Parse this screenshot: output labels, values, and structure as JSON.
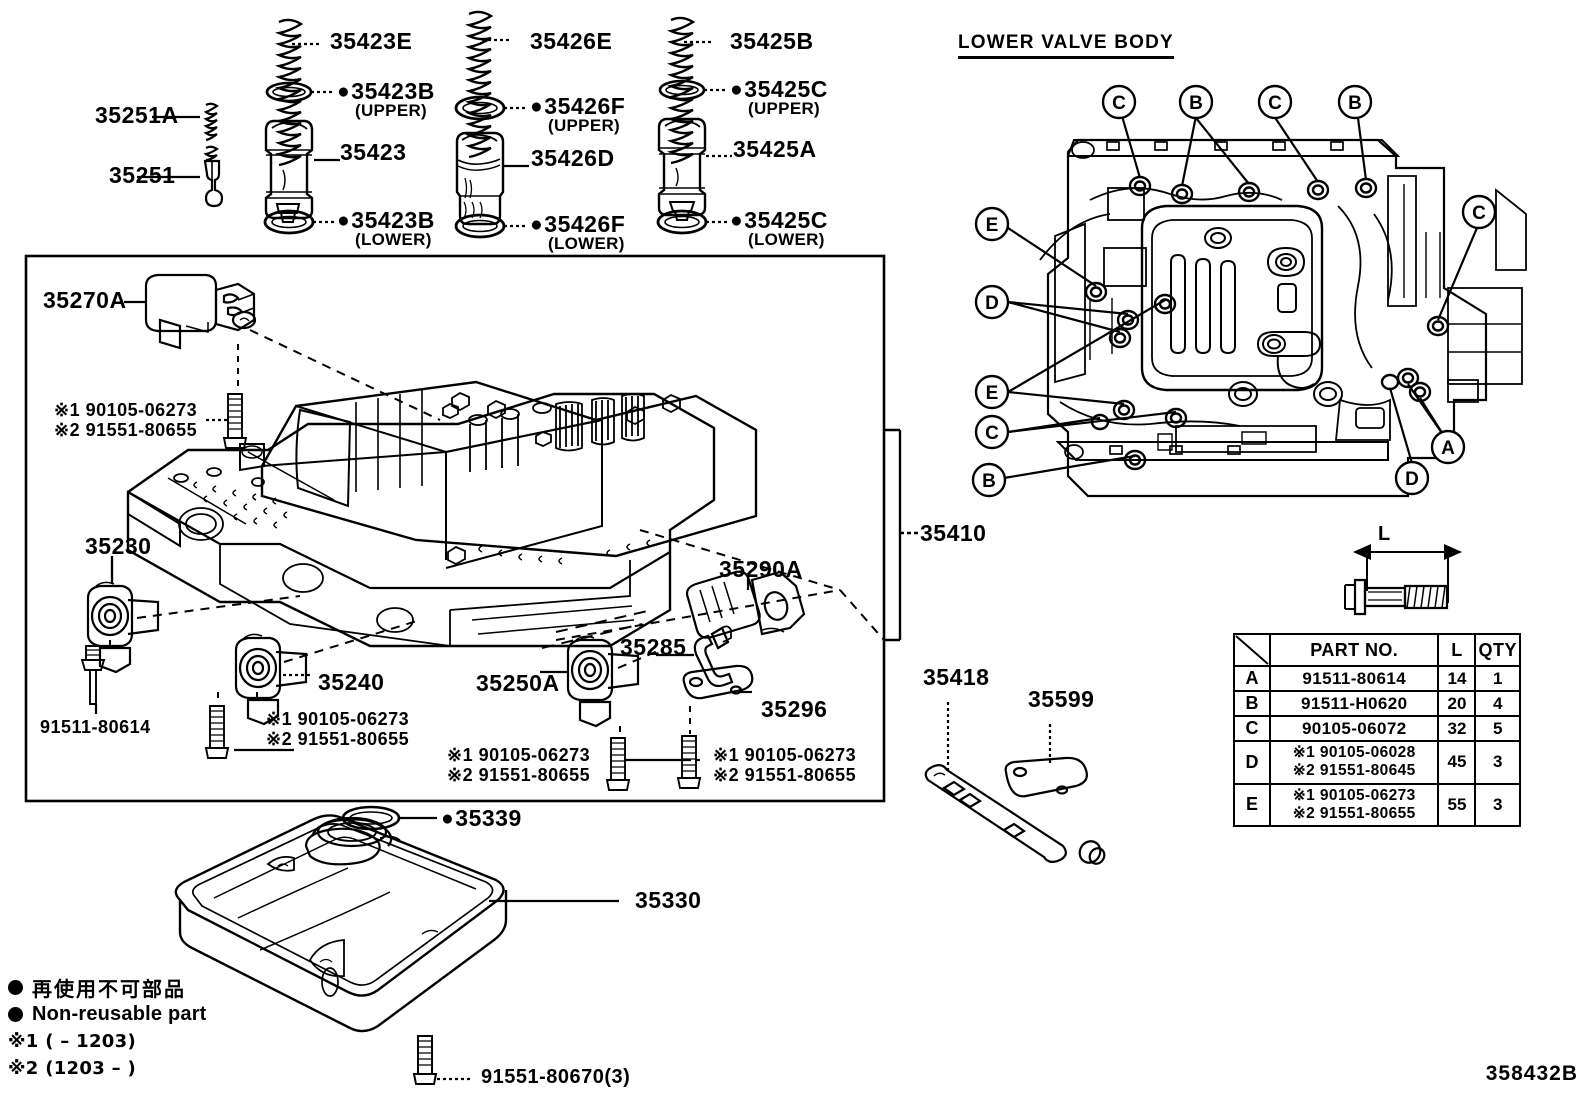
{
  "doc_code": "358432B",
  "sections": {
    "lower_valve_body_title": "LOWER VALVE BODY"
  },
  "top_valves": {
    "col_left": [
      {
        "id": "35251A",
        "label": "35251A",
        "kind": "spring"
      },
      {
        "id": "35251",
        "label": "35251",
        "kind": "valve"
      }
    ],
    "col_1": [
      {
        "id": "35423E",
        "label": "35423E",
        "kind": "spring",
        "nonreusable": false
      },
      {
        "id": "35423B-U",
        "label": "35423B",
        "sub": "(UPPER)",
        "kind": "o-ring",
        "nonreusable": true
      },
      {
        "id": "35423",
        "label": "35423",
        "kind": "valve",
        "nonreusable": false
      },
      {
        "id": "35423B-L",
        "label": "35423B",
        "sub": "(LOWER)",
        "kind": "o-ring",
        "nonreusable": true
      }
    ],
    "col_2": [
      {
        "id": "35426E",
        "label": "35426E",
        "kind": "spring",
        "nonreusable": false
      },
      {
        "id": "35426F-U",
        "label": "35426F",
        "sub": "(UPPER)",
        "kind": "o-ring",
        "nonreusable": true
      },
      {
        "id": "35426D",
        "label": "35426D",
        "kind": "valve",
        "nonreusable": false
      },
      {
        "id": "35426F-L",
        "label": "35426F",
        "sub": "(LOWER)",
        "kind": "o-ring",
        "nonreusable": true
      }
    ],
    "col_3": [
      {
        "id": "35425B",
        "label": "35425B",
        "kind": "spring",
        "nonreusable": false
      },
      {
        "id": "35425C-U",
        "label": "35425C",
        "sub": "(UPPER)",
        "kind": "o-ring",
        "nonreusable": true
      },
      {
        "id": "35425A",
        "label": "35425A",
        "kind": "valve",
        "nonreusable": false
      },
      {
        "id": "35425C-L",
        "label": "35425C",
        "sub": "(LOWER)",
        "kind": "o-ring",
        "nonreusable": true
      }
    ]
  },
  "main_assembly": {
    "assembly_label": "35410",
    "solenoids": [
      {
        "id": "35270A",
        "label": "35270A"
      },
      {
        "id": "35230",
        "label": "35230"
      },
      {
        "id": "35240",
        "label": "35240"
      },
      {
        "id": "35250A",
        "label": "35250A"
      },
      {
        "id": "35290A",
        "label": "35290A"
      },
      {
        "id": "35285",
        "label": "35285"
      },
      {
        "id": "35296",
        "label": "35296"
      }
    ],
    "bolt_notes": [
      {
        "id": "bolt-35270A",
        "line1": "※1 90105-06273",
        "line2": "※2 91551-80655"
      },
      {
        "id": "bolt-35230",
        "line1": "91511-80614",
        "line2": ""
      },
      {
        "id": "bolt-35240",
        "line1": "※1 90105-06273",
        "line2": "※2 91551-80655"
      },
      {
        "id": "bolt-35250A",
        "line1": "※1 90105-06273",
        "line2": "※2 91551-80655"
      },
      {
        "id": "bolt-35296",
        "line1": "※1 90105-06273",
        "line2": "※2 91551-80655"
      }
    ]
  },
  "right_parts": [
    {
      "id": "35418",
      "label": "35418"
    },
    {
      "id": "35599",
      "label": "35599"
    }
  ],
  "oil_pan": {
    "gasket": {
      "label": "35339",
      "nonreusable": true
    },
    "strainer": {
      "label": "35330"
    },
    "bolt": {
      "label": "91551-80670(3)"
    }
  },
  "bolt_dim": {
    "label": "L"
  },
  "callouts": [
    {
      "key": "C",
      "id": "callout-c-1"
    },
    {
      "key": "B",
      "id": "callout-b-1"
    },
    {
      "key": "C",
      "id": "callout-c-2"
    },
    {
      "key": "B",
      "id": "callout-b-2"
    },
    {
      "key": "E",
      "id": "callout-e-1"
    },
    {
      "key": "D",
      "id": "callout-d-1"
    },
    {
      "key": "E",
      "id": "callout-e-2"
    },
    {
      "key": "C",
      "id": "callout-c-3"
    },
    {
      "key": "B",
      "id": "callout-b-3"
    },
    {
      "key": "C",
      "id": "callout-c-4"
    },
    {
      "key": "A",
      "id": "callout-a-1"
    },
    {
      "key": "D",
      "id": "callout-d-2"
    }
  ],
  "parts_table": {
    "headers": [
      "",
      "PART NO.",
      "L",
      "QTY"
    ],
    "rows": [
      {
        "key": "A",
        "part_no": "91511-80614",
        "part_no_2": "",
        "l": "14",
        "qty": "1"
      },
      {
        "key": "B",
        "part_no": "91511-H0620",
        "part_no_2": "",
        "l": "20",
        "qty": "4"
      },
      {
        "key": "C",
        "part_no": "90105-06072",
        "part_no_2": "",
        "l": "32",
        "qty": "5"
      },
      {
        "key": "D",
        "part_no": "※1 90105-06028",
        "part_no_2": "※2 91551-80645",
        "l": "45",
        "qty": "3"
      },
      {
        "key": "E",
        "part_no": "※1 90105-06273",
        "part_no_2": "※2 91551-80655",
        "l": "55",
        "qty": "3"
      }
    ]
  },
  "legend": {
    "jp": "再使用不可部品",
    "en": "Non-reusable part",
    "note1": "※1 (          – 1203)",
    "note2": "※2 (1203 –          )"
  }
}
